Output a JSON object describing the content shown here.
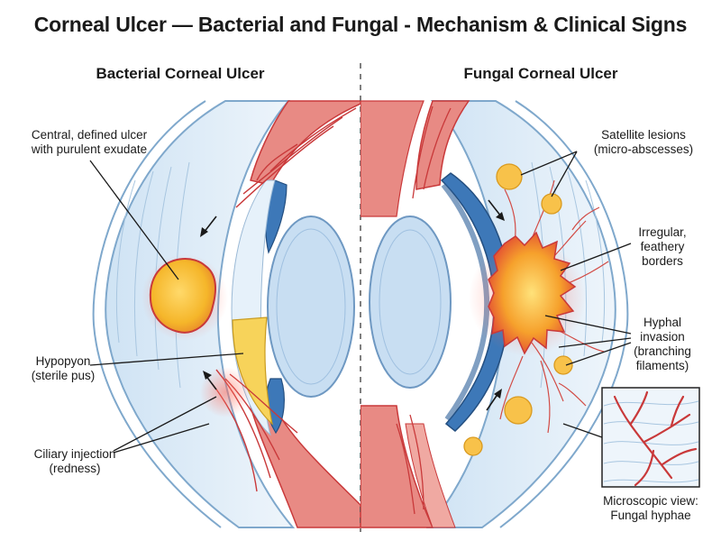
{
  "title": "Corneal Ulcer — Bacterial and Fungal - Mechanism & Clinical Signs",
  "bacterial": {
    "heading": "Bacterial Corneal Ulcer",
    "ulcer_label": [
      "Central, defined ulcer",
      "with purulent exudate"
    ],
    "hypopyon_label": [
      "Hypopyon",
      "(sterile pus)"
    ],
    "injection_label": [
      "Ciliary injection",
      "(redness)"
    ]
  },
  "fungal": {
    "heading": "Fungal Corneal Ulcer",
    "satellite_label": [
      "Satellite lesions",
      "(micro-abscesses)"
    ],
    "borders_label": [
      "Irregular,",
      "feathery",
      "borders"
    ],
    "hyphal_label": [
      "Hyphal",
      "invasion",
      "(branching",
      "filaments)"
    ],
    "micro_label": [
      "Microscopic view:",
      "Fungal hyphae"
    ]
  },
  "colors": {
    "cornea_blue": "#b9d6ee",
    "iris_blue": "#3d78b8",
    "lens_blue": "#c8def2",
    "tissue_red": "#e88a84",
    "vessel_red": "#c9393a",
    "ulcer_yellow": "#f5b62a",
    "hypopyon_yellow": "#f7d35a"
  }
}
